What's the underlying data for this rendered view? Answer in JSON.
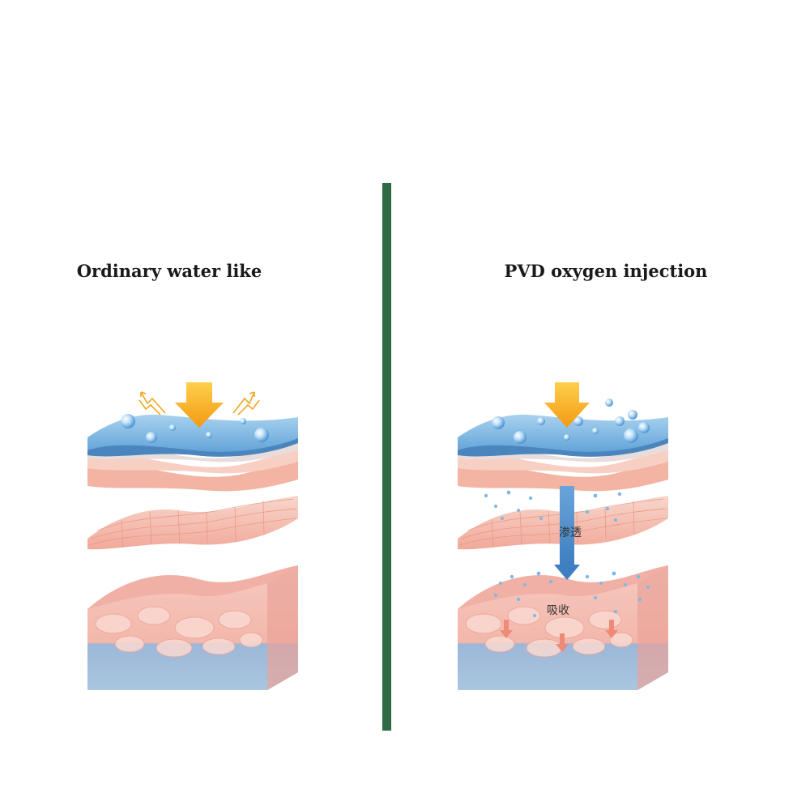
{
  "panels": {
    "left": {
      "title": "Ordinary water like"
    },
    "right": {
      "title": "PVD oxygen injection",
      "label_penetrate": "渗透",
      "label_absorb": "吸收"
    }
  },
  "colors": {
    "divider": "#2e6b45",
    "water_layer": "#7db7e0",
    "skin_pink": "#f4b8aa",
    "arrow_orange": "#f5a623",
    "flow_arrow": "#5b93c8"
  },
  "icons": [
    "down-arrow-icon",
    "reflect-arrow-icon",
    "water-droplet-icon"
  ]
}
